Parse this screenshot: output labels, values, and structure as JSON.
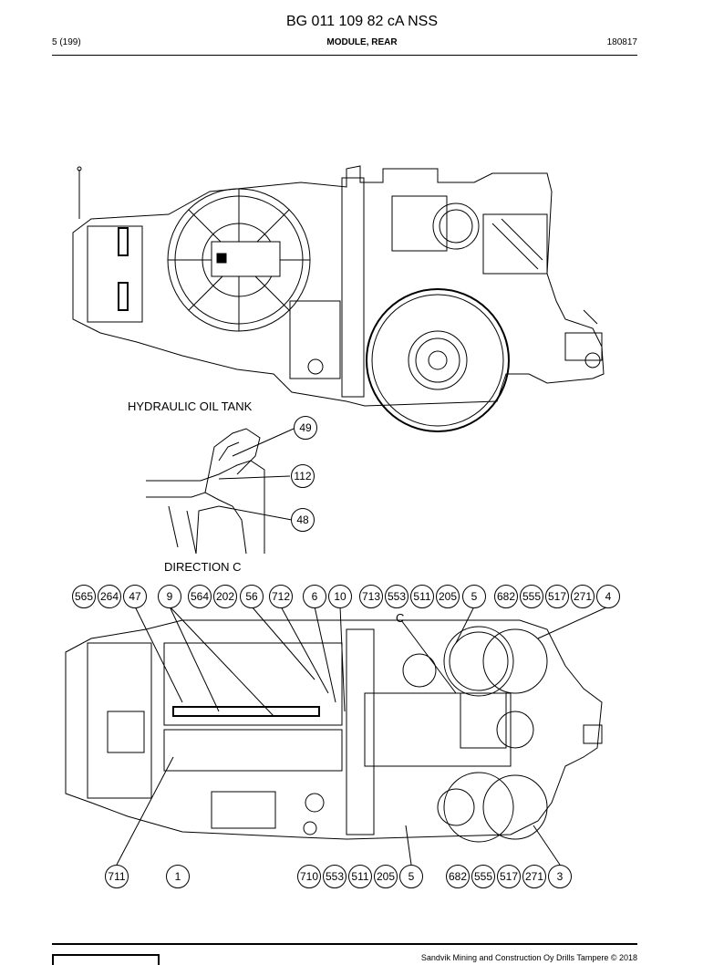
{
  "header": {
    "doc_title": "BG 011 109 82 cA NSS",
    "page": "5 (199)",
    "section": "MODULE, REAR",
    "date": "180817"
  },
  "labels": {
    "hydraulic_oil_tank": "HYDRAULIC OIL TANK",
    "direction_c": "DIRECTION C",
    "view_c": "C"
  },
  "detail_callouts": [
    "49",
    "112",
    "48"
  ],
  "top_callouts": [
    "565",
    "264",
    "47",
    "9",
    "564",
    "202",
    "56",
    "712",
    "6",
    "10",
    "713",
    "553",
    "511",
    "205",
    "5",
    "682",
    "555",
    "517",
    "271",
    "4"
  ],
  "bottom_callouts": [
    "711",
    "1",
    "710",
    "553",
    "511",
    "205",
    "5",
    "682",
    "555",
    "517",
    "271",
    "3"
  ],
  "footer": {
    "text": "Sandvik Mining and Construction Oy Drills Tampere © 2018"
  }
}
